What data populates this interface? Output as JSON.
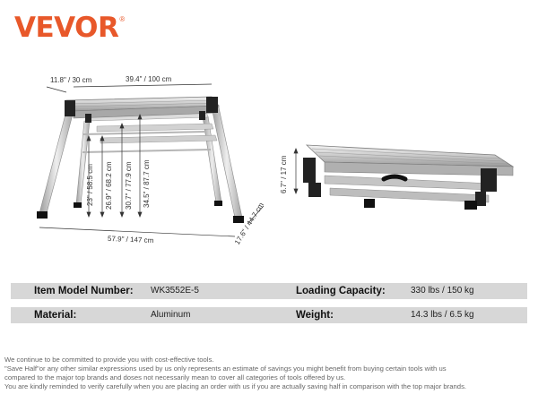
{
  "brand": {
    "name": "VEVOR",
    "reg": "®",
    "color": "#e8582a"
  },
  "dimensions": {
    "depth": "11.8\" / 30 cm",
    "top_length": "39.4\" / 100 cm",
    "h1": "23\" / 58.5 cm",
    "h2": "26.9\" / 68.2 cm",
    "h3": "30.7\" / 77.9 cm",
    "h4": "34.5\" / 87.7 cm",
    "base_length": "57.9\" / 147 cm",
    "base_depth": "17.6\" / 44.7 cm",
    "folded_height": "6.7\" / 17 cm"
  },
  "specs": {
    "row1": {
      "label1": "Item Model Number:",
      "value1": "WK3552E-5",
      "label2": "Loading Capacity:",
      "value2": "330 lbs / 150 kg"
    },
    "row2": {
      "label1": "Material:",
      "value1": "Aluminum",
      "label2": "Weight:",
      "value2": "14.3 lbs / 6.5 kg"
    }
  },
  "disclaimer": [
    "We continue to be committed to provide you with cost-effective tools.",
    "\"Save Half\"or any other similar expressions used by us only represents an estimate of savings you might benefit from buying certain tools with us",
    "compared to the major top brands and doses not necessarily mean to cover all categories of tools offered by us.",
    "You are kindly reminded to verify carefully when you are placing an order with us if you are actually saving half in comparison with the top major brands."
  ]
}
